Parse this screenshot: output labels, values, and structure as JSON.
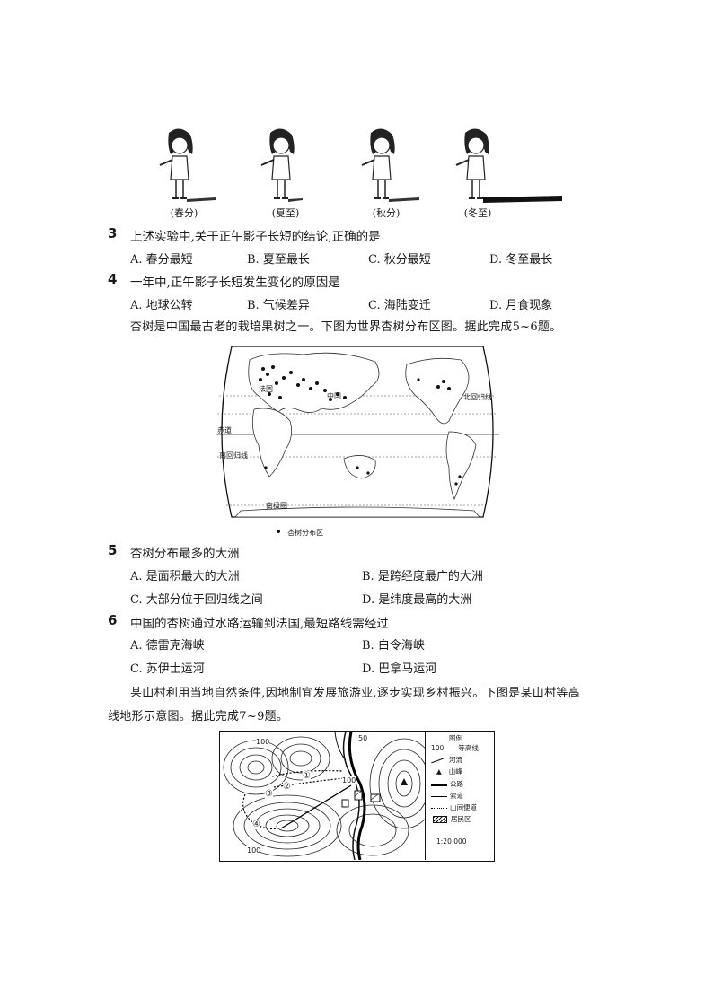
{
  "figures": {
    "captions": [
      "(春分)",
      "(夏至)",
      "(秋分)",
      "(冬至)"
    ]
  },
  "q3": {
    "number": "3",
    "stem": "上述实验中,关于正午影子长短的结论,正确的是",
    "options": [
      "A. 春分最短",
      "B. 夏至最长",
      "C. 秋分最短",
      "D. 冬至最长"
    ]
  },
  "q4": {
    "number": "4",
    "stem": "一年中,正午影子长短发生变化的原因是",
    "options": [
      "A. 地球公转",
      "B. 气候差异",
      "C. 海陆变迁",
      "D. 月食现象"
    ]
  },
  "intro1": "杏树是中国最古老的栽培果树之一。下图为世界杏树分布区图。据此完成5~6题。",
  "world_map": {
    "labels": {
      "france": "法国",
      "china": "中国",
      "tropic_north": "北回归线",
      "equator": "赤道",
      "tropic_south": "南回归线",
      "antarctic": "南极圈",
      "legend": "杏树分布区"
    }
  },
  "q5": {
    "number": "5",
    "stem": "杏树分布最多的大洲",
    "options": [
      "A. 是面积最大的大洲",
      "B. 是跨经度最广的大洲",
      "C. 大部分位于回归线之间",
      "D. 是纬度最高的大洲"
    ]
  },
  "q6": {
    "number": "6",
    "stem": "中国的杏树通过水路运输到法国,最短路线需经过",
    "options": [
      "A. 德雷克海峡",
      "B. 白令海峡",
      "C. 苏伊士运河",
      "D. 巴拿马运河"
    ]
  },
  "intro2": {
    "line1": "某山村利用当地自然条件,因地制宜发展旅游业,逐步实现乡村振兴。下图是某山村等高",
    "line2": "线地形示意图。据此完成7~9题。"
  },
  "contour_map": {
    "labels": {
      "c100_a": "100",
      "c50": "50",
      "c100_b": "100",
      "c100_c": "100",
      "route1": "①",
      "route2": "②",
      "route3": "③",
      "route4": "④"
    },
    "legend": {
      "title": "图例",
      "items": [
        "等高线",
        "河流",
        "山峰",
        "公路",
        "索道",
        "山间便道",
        "居民区"
      ],
      "contour_sample": "100",
      "scale": "1:20 000"
    }
  }
}
